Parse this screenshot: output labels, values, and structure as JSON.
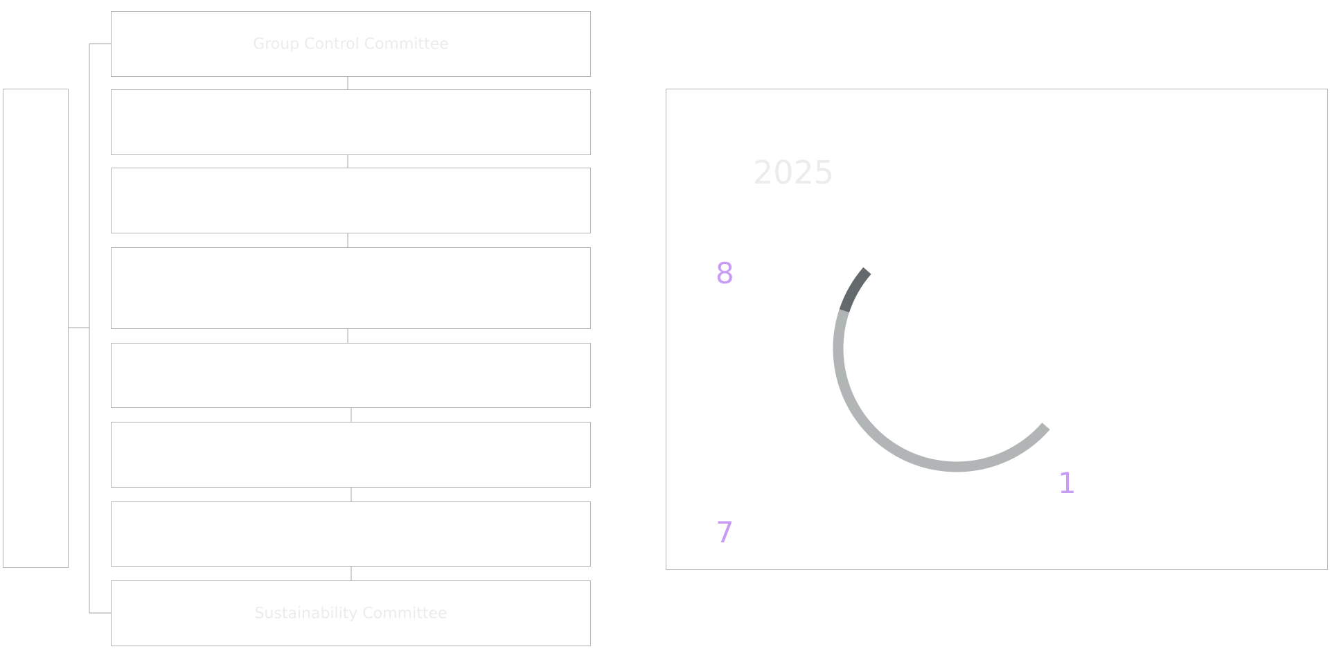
{
  "org_chart": {
    "committees": [
      {
        "label": "Group Control Committee"
      },
      {
        "label": ""
      },
      {
        "label": ""
      },
      {
        "label": ""
      },
      {
        "label": ""
      },
      {
        "label": ""
      },
      {
        "label": ""
      },
      {
        "label": "Sustainability Committee"
      }
    ]
  },
  "chart_data": {
    "type": "pie",
    "title": "2025",
    "values": [
      {
        "value": 8,
        "color": "#ffffff"
      },
      {
        "value": 7,
        "color": "#b1b5b6"
      },
      {
        "value": 1,
        "color": "#646a6b"
      }
    ],
    "labels": [
      "8",
      "7",
      "1"
    ],
    "label_color": "#c89bf4"
  }
}
